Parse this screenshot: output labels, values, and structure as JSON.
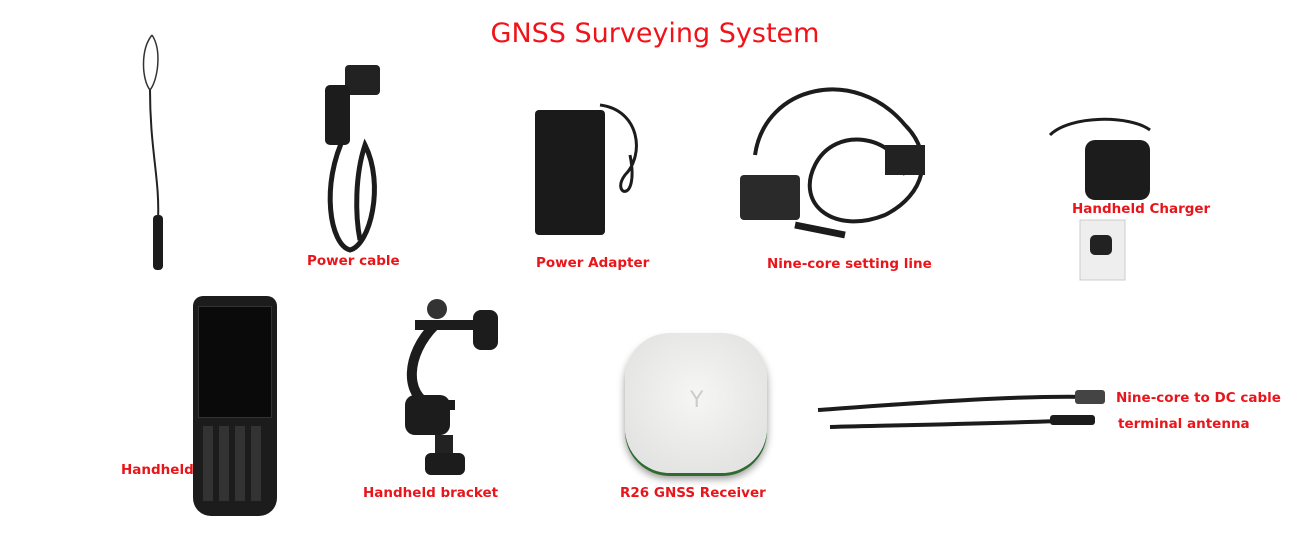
{
  "title": "GNSS Surveying System",
  "items": [
    {
      "label": "Power cable"
    },
    {
      "label": "Power Adapter"
    },
    {
      "label": "Nine-core setting line"
    },
    {
      "label": "Handheld Charger"
    },
    {
      "label": "Handheld"
    },
    {
      "label": "Handheld bracket"
    },
    {
      "label": "R26 GNSS Receiver"
    },
    {
      "label": "Nine-core to DC cable"
    },
    {
      "label": "terminal antenna"
    }
  ],
  "colors": {
    "label": "#e8151b",
    "product": "#1c1c1c",
    "receiver": "#eeeeec"
  }
}
